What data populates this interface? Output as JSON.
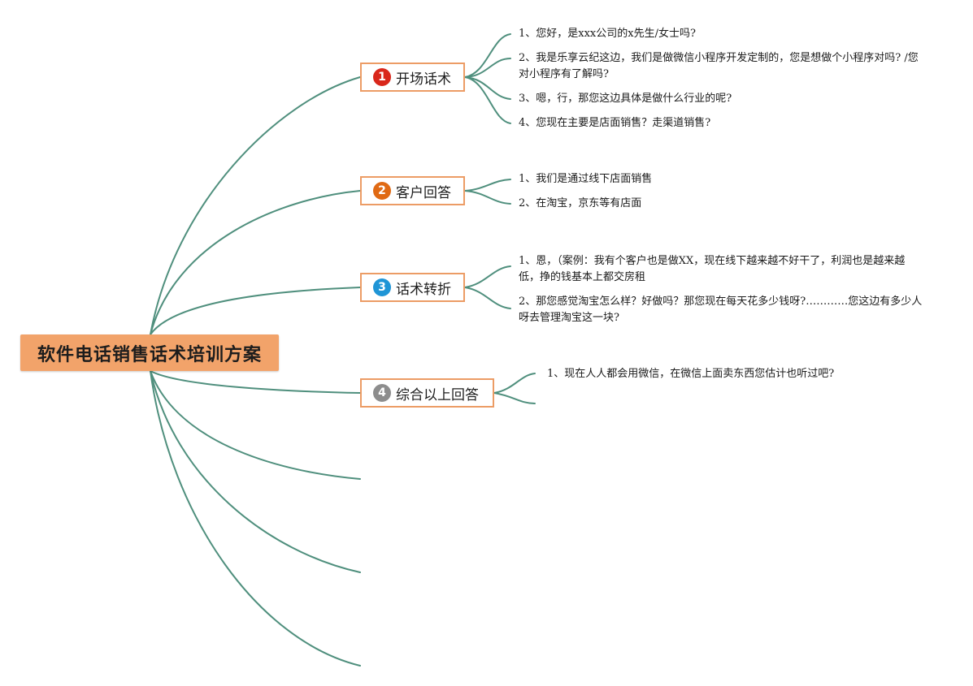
{
  "root": {
    "title": "软件电话销售话术培训方案"
  },
  "branches": [
    {
      "number": "1",
      "label": "开场话术",
      "badge_color": "#d9271b",
      "leaves": [
        "1、您好，是xxx公司的x先生/女士吗?",
        "2、我是乐享云纪这边，我们是做微信小程序开发定制的，您是想做个小程序对吗? /您对小程序有了解吗?",
        "3、嗯，行，那您这边具体是做什么行业的呢?",
        "4、您现在主要是店面销售？走渠道销售?"
      ]
    },
    {
      "number": "2",
      "label": "客户回答",
      "badge_color": "#e06a14",
      "leaves": [
        "1、我们是通过线下店面销售",
        "2、在淘宝，京东等有店面"
      ]
    },
    {
      "number": "3",
      "label": "话术转折",
      "badge_color": "#1f95d6",
      "leaves": [
        "1、恩，（案例：我有个客户也是做XX，现在线下越来越不好干了，利润也是越来越低，挣的钱基本上都交房租",
        "2、那您感觉淘宝怎么样？好做吗？那您现在每天花多少钱呀?…………您这边有多少人呀去管理淘宝这一块?"
      ]
    },
    {
      "number": "4",
      "label": "综合以上回答",
      "badge_color": "#8d8d8d",
      "leaves": [
        "1、现在人人都会用微信，在微信上面卖东西您估计也听过吧?"
      ]
    }
  ],
  "colors": {
    "connector": "#4f8f7d",
    "root_fill": "#f2a36a",
    "branch_border": "#ec9c65"
  }
}
